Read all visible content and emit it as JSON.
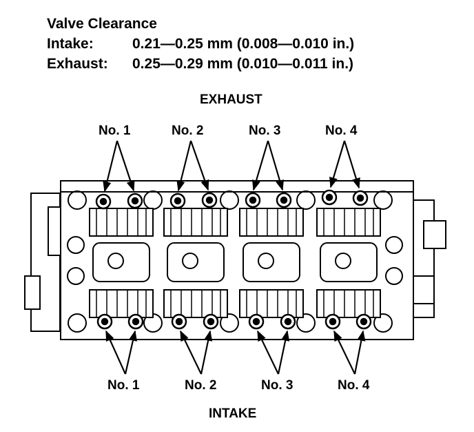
{
  "spec": {
    "title": "Valve Clearance",
    "intake_label": "Intake:",
    "intake_value": "0.21—0.25 mm (0.008—0.010 in.)",
    "exhaust_label": "Exhaust:",
    "exhaust_value": "0.25—0.29 mm (0.010—0.011 in.)"
  },
  "diagram": {
    "exhaust_label": "EXHAUST",
    "intake_label": "INTAKE",
    "exhaust_cylinders": [
      "No. 1",
      "No. 2",
      "No. 3",
      "No. 4"
    ],
    "intake_cylinders": [
      "No. 1",
      "No. 2",
      "No. 3",
      "No. 4"
    ]
  }
}
